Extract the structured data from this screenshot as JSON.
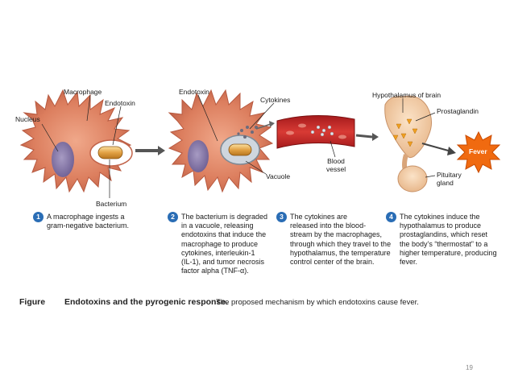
{
  "labels": {
    "macrophage": "Macrophage",
    "endotoxin_1": "Endotoxin",
    "nucleus": "Nucleus",
    "bacterium": "Bacterium",
    "endotoxin_2": "Endotoxin",
    "cytokines": "Cytokines",
    "vacuole": "Vacuole",
    "blood_vessel": "Blood\nvessel",
    "hypothalamus": "Hypothalamus of brain",
    "prostaglandin": "Prostaglandin",
    "fever": "Fever",
    "pituitary": "Pituitary\ngland"
  },
  "steps": [
    {
      "number": "1",
      "text": "A macrophage ingests a\ngram-negative bacterium."
    },
    {
      "number": "2",
      "text": "The bacterium is degraded\nin a vacuole, releasing\nendotoxins that induce the\nmacrophage to produce\ncytokines, interleukin-1\n(IL-1), and tumor necrosis\nfactor alpha (TNF-α)."
    },
    {
      "number": "3",
      "text": "The cytokines are\nreleased into the blood-\nstream by the macrophages,\nthrough which they travel to the\nhypothalamus, the temperature\ncontrol center of the brain."
    },
    {
      "number": "4",
      "text": "The cytokines induce the\nhypothalamus to produce\nprostaglandins, which reset\nthe body’s “thermostat” to a\nhigher temperature, producing\nfever."
    }
  ],
  "figure": {
    "label": "Figure",
    "title": "Endotoxins and the pyrogenic response.",
    "caption": "The proposed mechanism by which  endotoxins cause fever."
  },
  "page_number": "19",
  "colors": {
    "cell": "#d97a5c",
    "cell_dark": "#b95a40",
    "nucleus": "#8a7aa8",
    "bacterium": "#e0a040",
    "vessel": "#c8282a",
    "brain": "#f3cfa6",
    "fever": "#f06a10",
    "step_badge": "#2a6db5"
  }
}
